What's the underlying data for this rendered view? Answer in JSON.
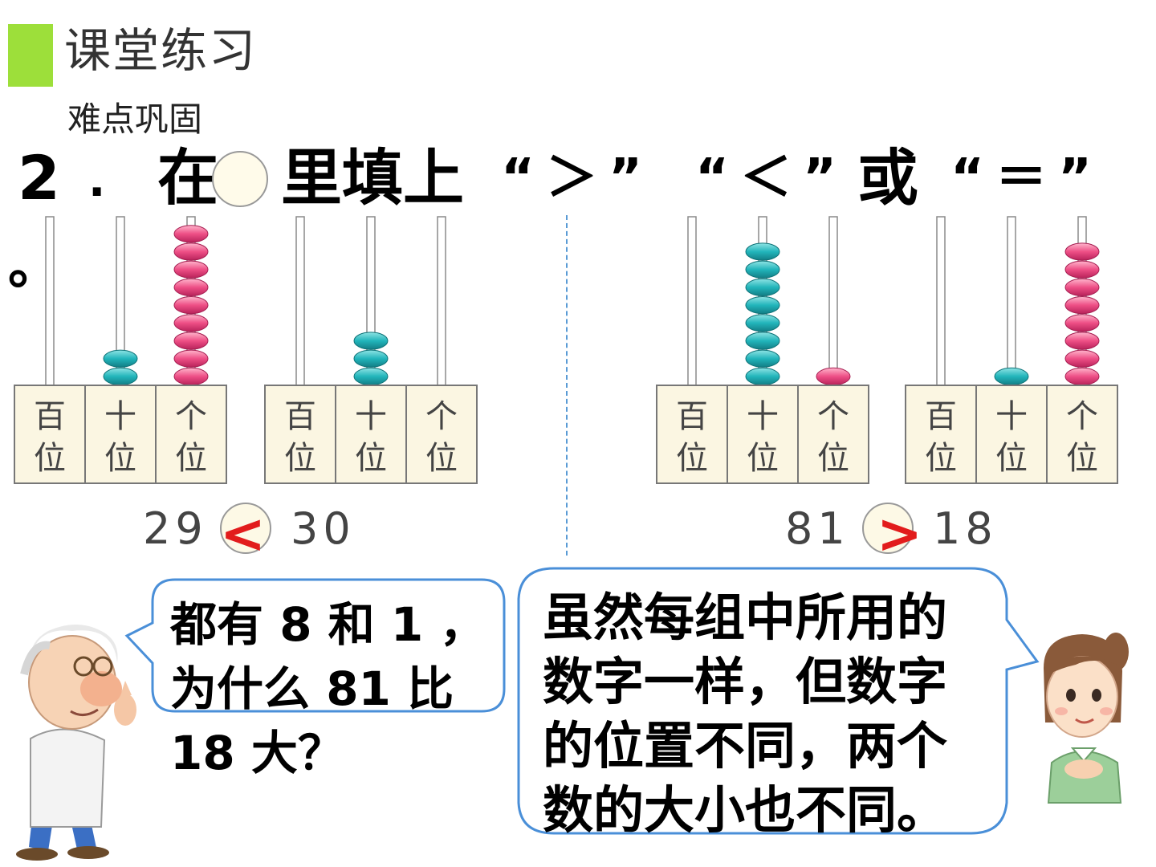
{
  "header": {
    "title": "课堂练习",
    "subtitle": "难点巩固"
  },
  "question": {
    "number": "2",
    "dot": ".",
    "prefix": "在",
    "main": "里填上",
    "symbols": [
      "“＞”",
      "“＜”",
      "或",
      "“＝”"
    ],
    "period": "。"
  },
  "abacus_labels": [
    "百位",
    "十位",
    "个位"
  ],
  "abacus_groups": [
    {
      "hundreds": 0,
      "tens": 2,
      "ones": 9
    },
    {
      "hundreds": 0,
      "tens": 3,
      "ones": 0
    },
    {
      "hundreds": 0,
      "tens": 8,
      "ones": 1
    },
    {
      "hundreds": 0,
      "tens": 1,
      "ones": 8
    }
  ],
  "comparisons": [
    {
      "left": "29",
      "sign": "<",
      "right": "30"
    },
    {
      "left": "81",
      "sign": ">",
      "right": "18"
    }
  ],
  "bubbles": {
    "teacher": [
      "都有 8 和 1 ，",
      "为什么 81 比",
      "18 大？"
    ],
    "student": [
      "虽然每组中所用的",
      "数字一样，但数字",
      "的位置不同，两个",
      "数的大小也不同。"
    ]
  },
  "colors": {
    "accent": "#9ddf3a",
    "tens_bead": "#33c2c6",
    "ones_bead": "#ef5a8a",
    "sign": "#e21c1c",
    "bubble_border": "#4a8fd8"
  }
}
